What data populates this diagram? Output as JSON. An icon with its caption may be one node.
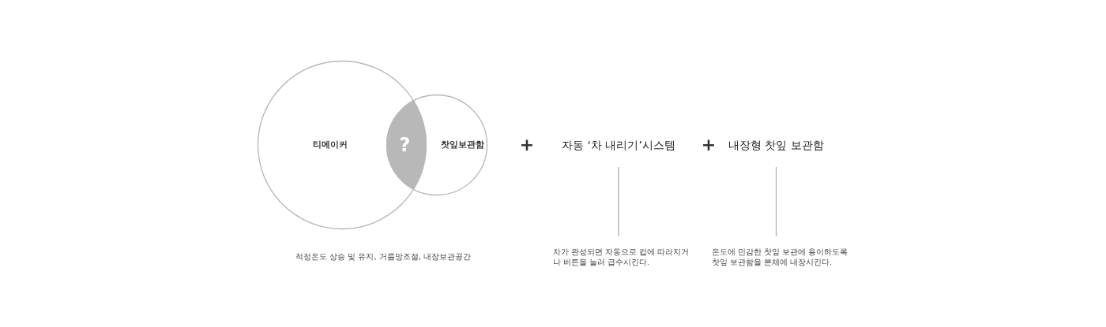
{
  "diagram": {
    "nodes": [
      {
        "text": [
          "티메이커"
        ]
      },
      {
        "text": [
          "찻잎보관함"
        ]
      },
      {
        "text": [
          "?"
        ]
      },
      {
        "text": [
          "자동 ‘차 내리기’시스템"
        ]
      },
      {
        "text": [
          "차가 완성되면 자동으로 컵에 따라지거나 버튼을 눌러 급수시킨다."
        ]
      },
      {
        "text": [
          "내장형 찻잎 보관함"
        ]
      },
      {
        "text": [
          "온도에 민감한 찻잎 보관에 용이하도록 찻잎 보관함을 본체에 내장시킨다."
        ]
      }
    ],
    "edges": [
      {
        "from": 3,
        "to": 4,
        "arrow": "none"
      },
      {
        "from": 5,
        "to": 6,
        "arrow": "none"
      }
    ],
    "labels": [
      "적정온도 상승 및 유지, 거름망조절, 내장보관공간",
      "+",
      "+"
    ]
  }
}
